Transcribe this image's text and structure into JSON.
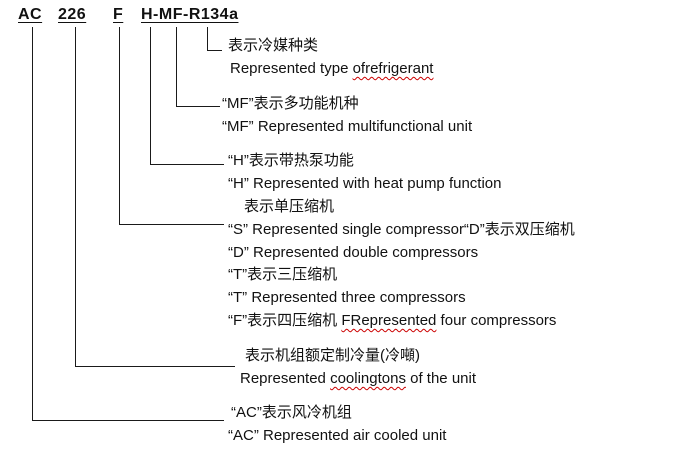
{
  "title": {
    "ac": "AC",
    "capacity": "226",
    "f": "F",
    "suffix": "H-MF-R134a"
  },
  "refrigerant": {
    "zh": "表示冷媒种类",
    "en_1": "Represented type ",
    "en_2": "ofrefrigerant"
  },
  "multifunctional": {
    "zh": "“MF”表示多功能机种",
    "en": "“MF” Represented multifunctional unit"
  },
  "heat_pump": {
    "zh": "“H”表示带热泵功能",
    "en": "“H” Represented with heat pump function"
  },
  "compressors": {
    "single_zh": "表示单压缩机",
    "single_en": "“S” Represented single compressor“D”表示双压缩机",
    "double_en": "“D” Represented double compressors",
    "triple_zh": "“T”表示三压缩机",
    "triple_en": "“T” Represented three compressors",
    "quad_1": "“F”表示四压缩机 ",
    "quad_2": "FRepresented",
    "quad_3": " four compressors"
  },
  "cooling_capacity": {
    "zh": "表示机组额定制冷量(冷噸)",
    "en_1": "Represented ",
    "en_2": "coolingtons",
    "en_3": " of the unit"
  },
  "air_cooled": {
    "zh": "“AC”表示风冷机组",
    "en": "“AC” Represented air cooled unit"
  }
}
